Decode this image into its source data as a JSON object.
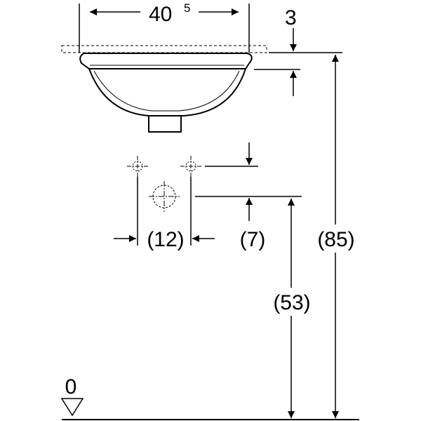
{
  "drawing": {
    "width_label_main": "40",
    "width_label_sup": "5",
    "rim_thickness_label": "3",
    "tap_spacing_label": "(12)",
    "tap_offset_label": "(7)",
    "outlet_height_label": "(53)",
    "total_height_label": "(85)",
    "floor_label": "0"
  }
}
